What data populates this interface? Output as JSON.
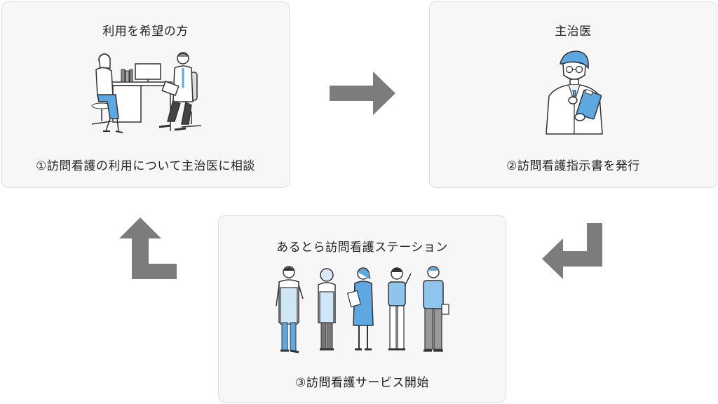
{
  "steps": [
    {
      "title": "利用を希望の方",
      "caption": "①訪問看護の利用について主治医に相談"
    },
    {
      "title": "主治医",
      "caption": "②訪問看護指示書を発行"
    },
    {
      "title": "あるとら訪問看護ステーション",
      "caption": "③訪問看護サービス開始"
    }
  ],
  "colors": {
    "card_bg": "#f7f7f7",
    "card_border": "#dedede",
    "arrow": "#7c7c7c",
    "accent_blue": "#5ea8e2",
    "line": "#333333"
  },
  "icons": [
    "arrow-right-icon",
    "arrow-down-left-icon",
    "arrow-up-left-icon"
  ]
}
